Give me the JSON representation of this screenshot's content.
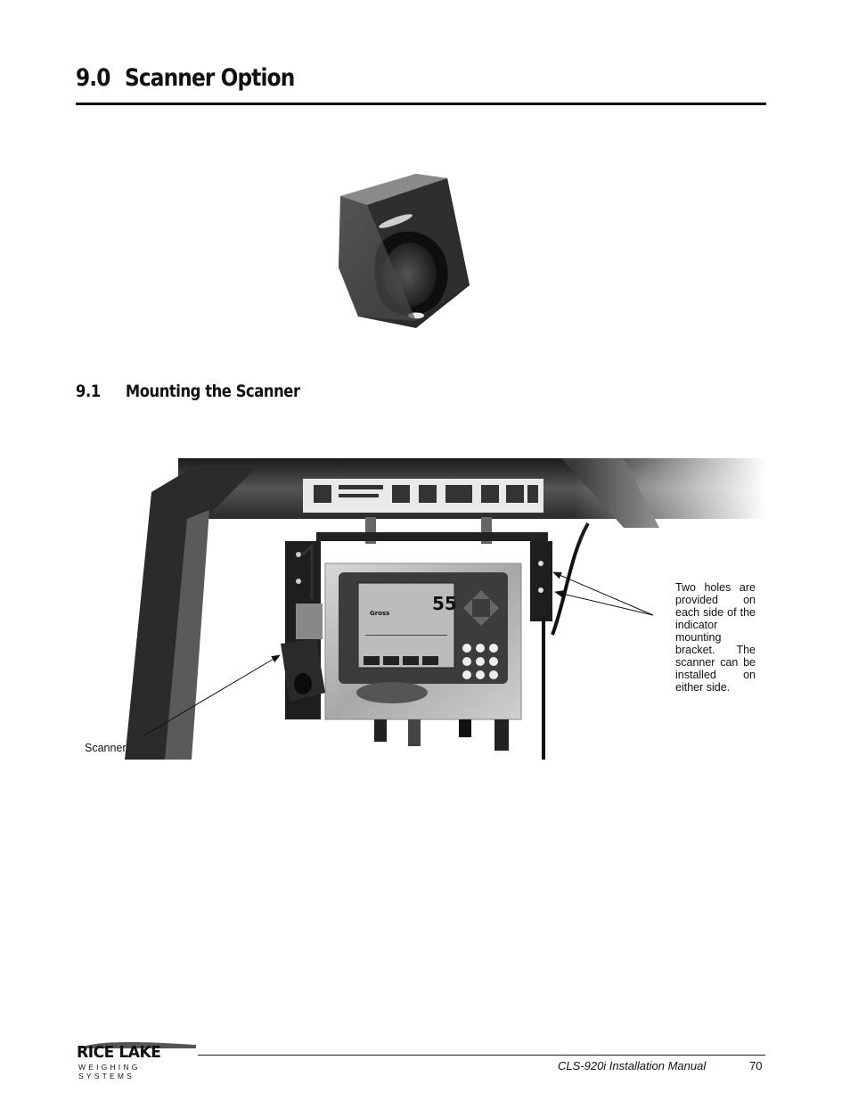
{
  "section": {
    "number": "9.0",
    "title": "Scanner Option"
  },
  "subsection": {
    "number": "9.1",
    "title": "Mounting the Scanner"
  },
  "figure": {
    "callout_text": "Two holes are provided on each side of the indicator mounting bracket. The scanner can be installed on either side.",
    "scanner_label": "Scanner"
  },
  "footer": {
    "brand": "RICE LAKE",
    "brand_tagline": "WEIGHING SYSTEMS",
    "manual_title": "CLS-920i Installation Manual",
    "page_number": "70"
  }
}
